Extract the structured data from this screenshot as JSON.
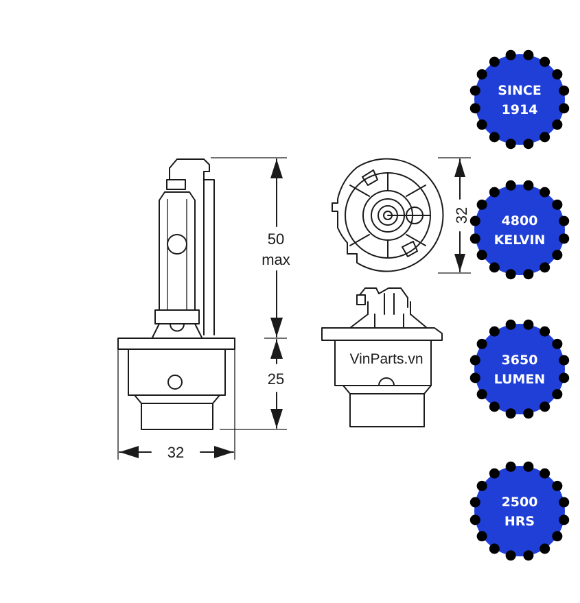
{
  "dimensions": {
    "height_top_value": "50",
    "height_top_unit": "max",
    "height_base_value": "25",
    "width_value": "32",
    "end_view_diameter": "32"
  },
  "watermark": "VinParts.vn",
  "badges": [
    {
      "line1": "SINCE",
      "line2": "1914"
    },
    {
      "line1": "4800",
      "line2": "KELVIN"
    },
    {
      "line1": "3650",
      "line2": "LUMEN"
    },
    {
      "line1": "2500",
      "line2": "HRS"
    }
  ],
  "colors": {
    "badge_fill": "#1f3fd6",
    "badge_dots": "#000000",
    "line": "#1a1a1a"
  }
}
